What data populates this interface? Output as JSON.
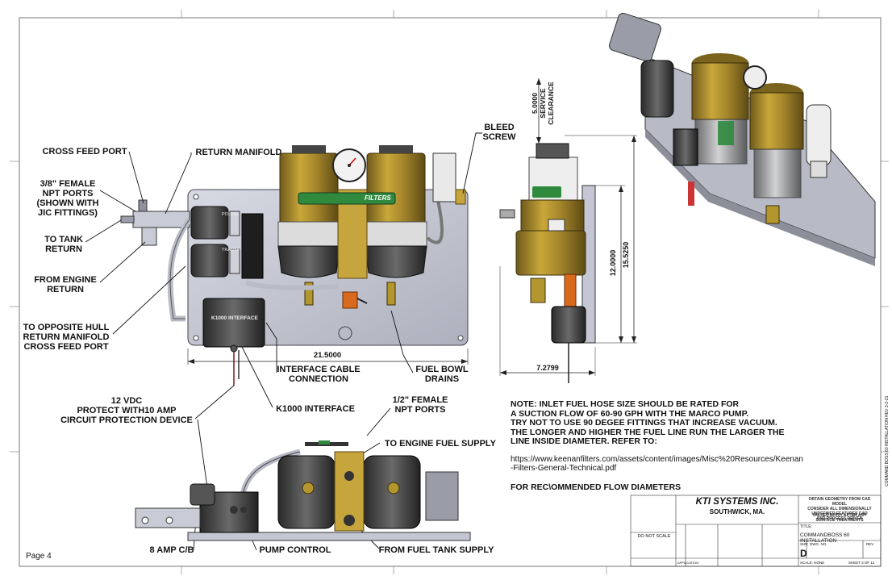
{
  "callouts": {
    "cross_feed_port": "CROSS FEED PORT",
    "return_manifold": "RETURN MANIFOLD",
    "npt_ports": "3/8\" FEMALE\nNPT PORTS\n(SHOWN WITH\nJIC FITTINGS)",
    "to_tank_return": "TO TANK\nRETURN",
    "from_engine_return": "FROM ENGINE\nRETURN",
    "opposite_hull": "TO OPPOSITE HULL\nRETURN MANIFOLD\nCROSS FEED PORT",
    "interface_cable": "INTERFACE CABLE\nCONNECTION",
    "fuel_bowl_drains": "FUEL BOWL\nDRAINS",
    "bleed_screw": "BLEED\nSCREW",
    "k1000_interface": "K1000 INTERFACE",
    "power_12vdc": "12 VDC\nPROTECT WITH10 AMP\nCIRCUIT PROTECTION DEVICE",
    "half_inch_ports": "1/2\" FEMALE\nNPT PORTS",
    "to_engine_fuel": "TO ENGINE FUEL SUPPLY",
    "amp_cb": "8 AMP C/B",
    "pump_control": "PUMP CONTROL",
    "from_fuel_tank": "FROM FUEL TANK SUPPLY"
  },
  "dimensions": {
    "width_front": "21.5000",
    "service_clearance": "5.0000\nSERVICE\nCLEARANCE",
    "height_12": "12.0000",
    "height_15": "15.5250",
    "depth": "7.2799"
  },
  "panel_labels": {
    "k1000_box": "K1000 INTERFACE",
    "polish": "POLISH",
    "transfer": "TRANSF",
    "filters": "FILTERS"
  },
  "note": {
    "lines": [
      "NOTE: INLET FUEL HOSE SIZE SHOULD BE RATED FOR",
      "A SUCTION FLOW OF 60-90 GPH WITH THE MARCO PUMP.",
      "TRY NOT TO USE 90 DEGEE FITTINGS THAT INCREASE VACUUM.",
      "THE LONGER AND HIGHER THE FUEL LINE RUN THE LARGER THE",
      "LINE INSIDE DIAMETER. REFER TO:"
    ],
    "url_1": "https://www.keenanfilters.com/assets/content/images/Misc%20Resources/Keenan",
    "url_2": "-Filters-General-Technical.pdf",
    "footer": "FOR REC\\OMMENDED FLOW DIAMETERS"
  },
  "title_block": {
    "company": "KTI SYSTEMS INC.",
    "city": "SOUTHWICK, MA.",
    "title_label": "TITLE:",
    "title": "COMMANDBOSS 60 INSTALLATION",
    "size_label": "SIZE",
    "size": "D",
    "dwg_label": "DWG. NO.",
    "rev_label": "REV",
    "scale": "SCALE: NONE",
    "sheet": "SHEET 3 OF 12",
    "do_not_scale": "DO NOT SCALE",
    "application": "APPLICATION",
    "values_note": "VALUES APPLY AFTER ANY\nSURFACE TREATMENTS",
    "geometry_note": "OBTAIN GEOMETRY FROM CAD MODEL\nCONSIDER ALL DIMENSIONALLY\nUNDEFINED FEATURES CAD\nAND PROCESS DRIVEN"
  },
  "page_label": "Page 4",
  "side_code": "COMMAND BOSS 60 INSTALLATION REV 3-2-21",
  "colors": {
    "filter_gold": "#a8892c",
    "plate": "#c4c7d3",
    "line": "#111111",
    "green_badge": "#2f8a3e",
    "orange_valve": "#d86a1e",
    "pipe": "#b9bcc6"
  },
  "icons": [
    "gauge-icon",
    "fitting-icon",
    "valve-icon"
  ]
}
